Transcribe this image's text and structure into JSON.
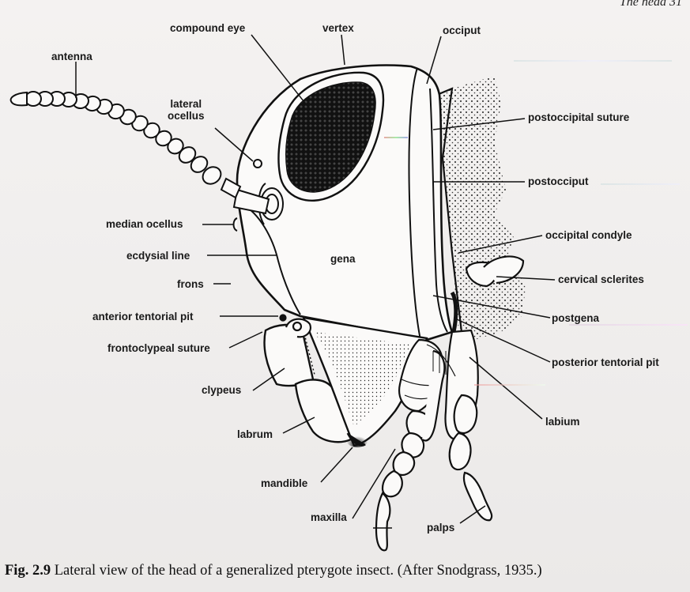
{
  "running_head": "The head   31",
  "labels": {
    "compound_eye": "compound eye",
    "vertex": "vertex",
    "occiput": "occiput",
    "antenna": "antenna",
    "lateral_ocellus": "lateral\nocellus",
    "postoccipital_suture": "postoccipital suture",
    "postocciput": "postocciput",
    "median_ocellus": "median ocellus",
    "occipital_condyle": "occipital condyle",
    "ecdysial_line": "ecdysial line",
    "gena": "gena",
    "cervical_sclerites": "cervical sclerites",
    "frons": "frons",
    "anterior_tentorial_pit": "anterior tentorial pit",
    "postgena": "postgena",
    "frontoclypeal_suture": "frontoclypeal suture",
    "posterior_tentorial_pit": "posterior tentorial pit",
    "clypeus": "clypeus",
    "labium": "labium",
    "labrum": "labrum",
    "mandible": "mandible",
    "maxilla": "maxilla",
    "palps": "palps"
  },
  "caption": {
    "fig_number": "Fig. 2.9",
    "text": " Lateral view of the head of a generalized pterygote insect. (After Snodgrass, 1935.)"
  }
}
